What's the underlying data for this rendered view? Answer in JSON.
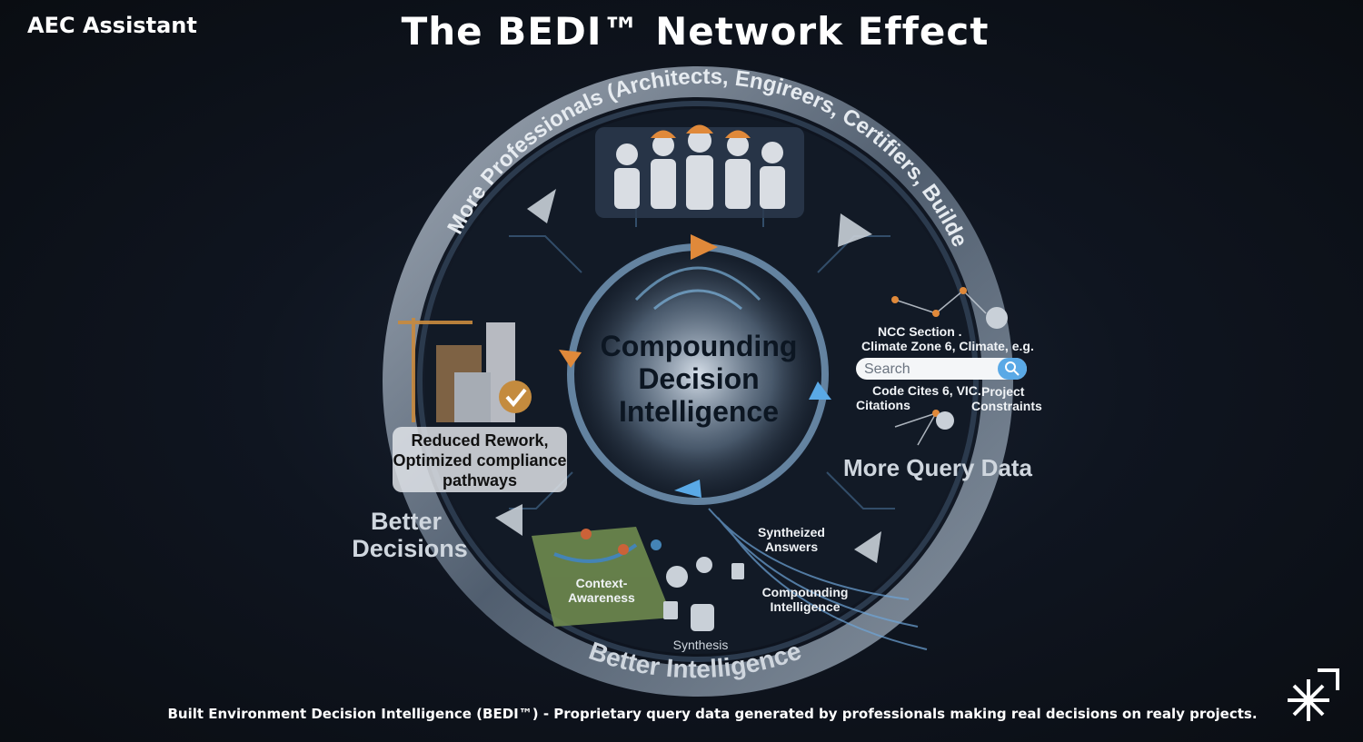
{
  "header": {
    "brand": "AEC Assistant",
    "title": "The BEDI™ Network Effect"
  },
  "diagram": {
    "center": [
      "Compounding",
      "Decision",
      "Intelligence"
    ],
    "top_arc": "More Professionals (Architects, Engireers, Certifiers, Builders)",
    "bottom_arc": "Better Intelligence",
    "left_caption": [
      "Reduced Rework,",
      "Optimized compliance",
      "pathways"
    ],
    "left_label": [
      "Better",
      "Decisions"
    ],
    "right_label": "More Query Data",
    "query_panel": {
      "ncc_line1": "NCC Section .",
      "ncc_line2": "Climate Zone 6, Climate, e.g.",
      "search_placeholder": "Search",
      "code_cites": "Code Cites 6, VIC.",
      "citations": "Citations",
      "project": "Project",
      "constraints": "Constraints"
    },
    "bottom_items": {
      "synthesized": [
        "Syntheized",
        "Answers"
      ],
      "context": [
        "Context-",
        "Awareness"
      ],
      "compounding": [
        "Compounding",
        "Intelligence"
      ],
      "synthesis": "Synthesis"
    }
  },
  "footer": {
    "note": "Built Environment Decision Intelligence (BEDI™) - Proprietary query data generated by professionals making real decisions on realy projects."
  },
  "colors": {
    "accent_orange": "#e0893a",
    "accent_blue": "#5aa9e6",
    "ring": "#9aa7b5"
  }
}
